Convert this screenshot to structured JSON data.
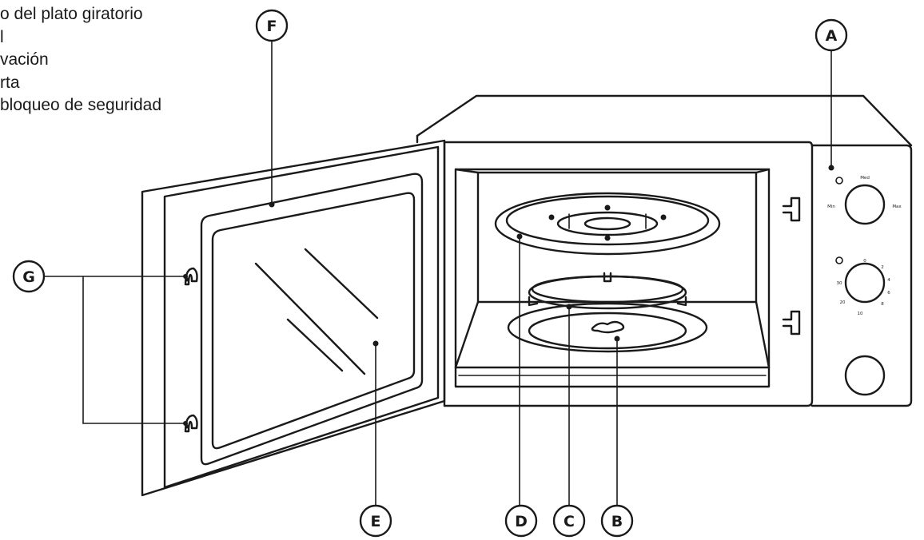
{
  "legend": [
    "o del plato giratorio",
    "l",
    "vación",
    "rta",
    "bloqueo de seguridad"
  ],
  "callouts": [
    "A",
    "B",
    "C",
    "D",
    "E",
    "F",
    "G"
  ],
  "power_knob": {
    "top": "Med",
    "left": "Min",
    "right": "Max"
  },
  "timer_knob": [
    "0",
    "2",
    "4",
    "6",
    "8",
    "10",
    "20",
    "30"
  ]
}
